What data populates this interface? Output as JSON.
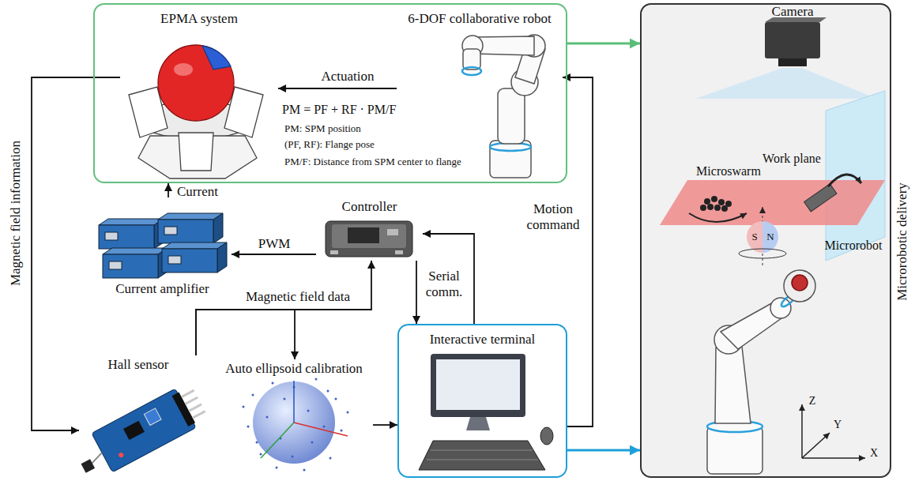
{
  "diagram": {
    "nodes": [
      {
        "text": [
          "PM = PF + RF · PM/F",
          "PM: SPM position",
          "(PF, RF): Flange pose",
          "PM/F: Distance from SPM center to flange"
        ]
      },
      {
        "text": [
          "EPMA system"
        ],
        "in": 0
      },
      {
        "text": [
          "6-DOF collaborative robot"
        ],
        "in": 0
      },
      {
        "text": [
          "Current amplifier"
        ]
      },
      {
        "text": [
          "Controller"
        ]
      },
      {
        "text": [
          "Hall sensor"
        ]
      },
      {
        "text": [
          "Auto ellipsoid calibration"
        ]
      },
      {
        "text": [
          "Interactive terminal"
        ]
      },
      {
        "text": [
          "Microrobotic delivery"
        ]
      }
    ],
    "edges": [
      {
        "from": 2,
        "to": 1,
        "arrow": "to",
        "label": "Actuation"
      },
      {
        "from": 3,
        "to": 0,
        "arrow": "to",
        "label": "Current"
      },
      {
        "from": 4,
        "to": 3,
        "arrow": "to",
        "label": "PWM"
      },
      {
        "from": 5,
        "to": 4,
        "arrow": "to",
        "label": "Magnetic field data"
      },
      {
        "from": 5,
        "to": 6,
        "arrow": "to"
      },
      {
        "from": 6,
        "to": 7,
        "arrow": "to"
      },
      {
        "from": 4,
        "to": 7,
        "arrow": "to",
        "label": "Serial comm."
      },
      {
        "from": 7,
        "to": 4,
        "arrow": "to"
      },
      {
        "from": 7,
        "to": 2,
        "arrow": "to",
        "label": "Motion command"
      },
      {
        "from": 0,
        "to": 8,
        "arrow": "to"
      },
      {
        "from": 7,
        "to": 8,
        "arrow": "to"
      },
      {
        "from": 1,
        "to": 5,
        "arrow": "to",
        "label": "Magnetic field information"
      }
    ],
    "labels": [
      "Camera",
      "Work plane",
      "Microswarm",
      "Microrobot",
      "S",
      "N",
      "Z",
      "Y",
      "X"
    ]
  }
}
